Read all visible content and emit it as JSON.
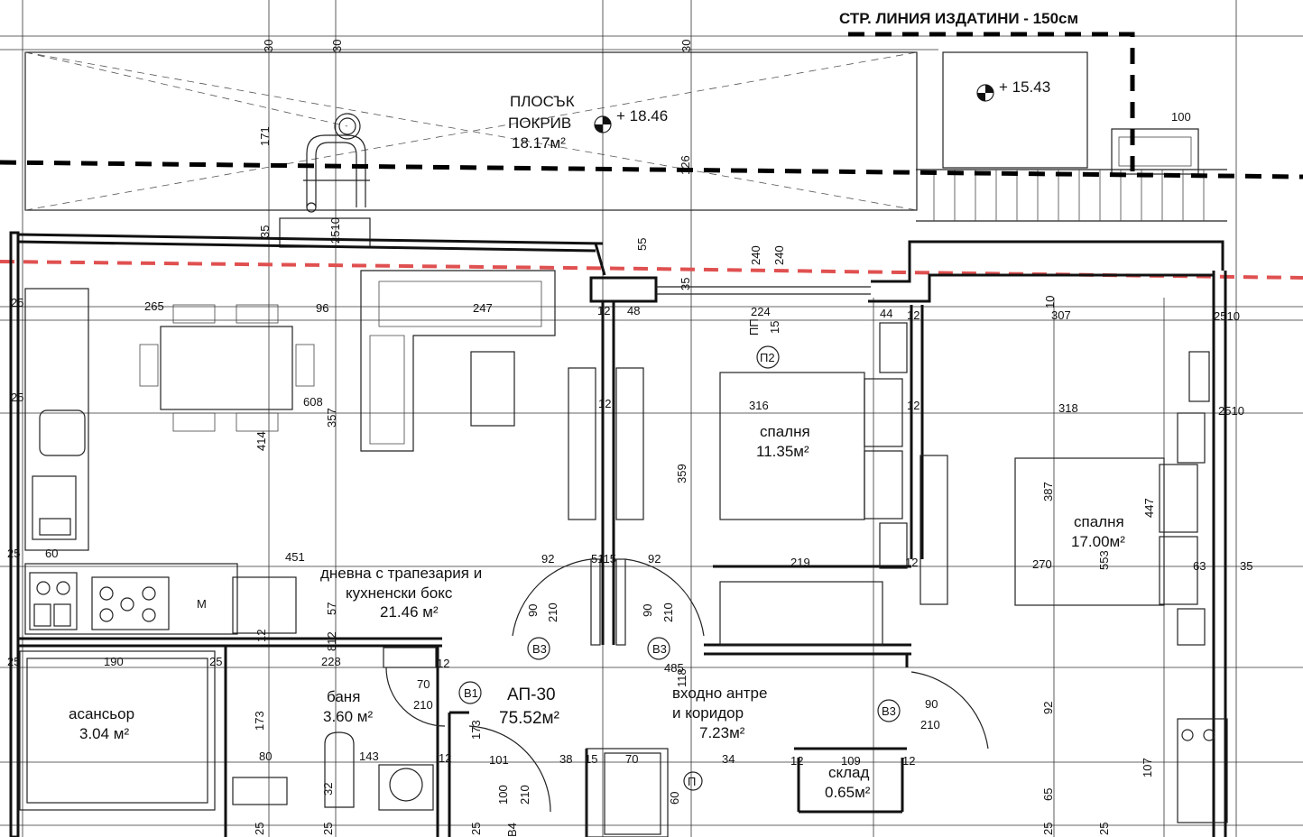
{
  "header": {
    "line_label": "СТР. ЛИНИЯ ИЗДАТИНИ - 150см"
  },
  "apartment": {
    "name": "АП-30",
    "area": "75.52м²"
  },
  "rooms": {
    "roof_name_1": "ПЛОСЪК",
    "roof_name_2": "ПОКРИВ",
    "roof_area": "18.17м²",
    "living_name_1": "дневна с трапезария и",
    "living_name_2": "кухненски бокс",
    "living_area": "21.46 м²",
    "bed1_name": "спалня",
    "bed1_area": "11.35м²",
    "bed2_name": "спалня",
    "bed2_area": "17.00м²",
    "elevator_name": "асансьор",
    "elevator_area": "3.04 м²",
    "bath_name": "баня",
    "bath_area": "3.60 м²",
    "entry_name_1": "входно антре",
    "entry_name_2": "и коридор",
    "entry_area": "7.23м²",
    "storage_name": "склад",
    "storage_area": "0.65м²"
  },
  "levels": {
    "roof_level": "+ 18.46",
    "terrace_level": "+ 15.43"
  },
  "doors": {
    "b1": "B1",
    "b3": "B3",
    "p2": "П2",
    "pp": "ПП",
    "p": "П",
    "m": "M",
    "b4": "B4"
  },
  "dimensions": {
    "d30a": "30",
    "d30b": "30",
    "d30c": "30",
    "d171": "171",
    "d126": "126",
    "d100": "100",
    "d35a": "35",
    "d2510a": "2510",
    "d55": "55",
    "d240a": "240",
    "d240b": "240",
    "d265": "265",
    "d96": "96",
    "d247": "247",
    "d12a": "12",
    "d48": "48",
    "d224": "224",
    "d15a": "15",
    "d44": "44",
    "d12b": "12",
    "d10": "10",
    "d307": "307",
    "d2510b": "2510",
    "d25a": "25",
    "d25b": "25",
    "d608": "608",
    "d357": "357",
    "d414": "414",
    "d316": "316",
    "d359": "359",
    "d318": "318",
    "d2510c": "2510",
    "d387": "387",
    "d447": "447",
    "d25c": "25",
    "d60a": "60",
    "d451": "451",
    "d92a": "92",
    "d5115": "5115",
    "d92b": "92",
    "d219": "219",
    "d12c": "12",
    "d270": "270",
    "d553": "553",
    "d63": "63",
    "d35b": "35",
    "d90a": "90",
    "d210a": "210",
    "d90b": "90",
    "d210b": "210",
    "d57": "57",
    "d12d": "12",
    "d812": "812",
    "d228": "228",
    "d190": "190",
    "d25d": "25",
    "d25e": "25",
    "d70a": "70",
    "d210c": "210",
    "d12e": "12",
    "d485": "485",
    "d118": "118",
    "d90c": "90",
    "d210d": "210",
    "d173a": "173",
    "d173b": "173",
    "d80": "80",
    "d143": "143",
    "d12f": "12",
    "d101": "101",
    "d38": "38",
    "d15b": "15",
    "d70b": "70",
    "d34": "34",
    "d12g": "12",
    "d109": "109",
    "d12h": "12",
    "d92c": "92",
    "d107": "107",
    "d100b": "100",
    "d210e": "210",
    "d60b": "60",
    "d32": "32",
    "d65": "65",
    "d25f": "25",
    "d25g": "25",
    "d25h": "25",
    "d25i": "25",
    "d25j": "25",
    "d12i": "12",
    "d12j": "12"
  }
}
